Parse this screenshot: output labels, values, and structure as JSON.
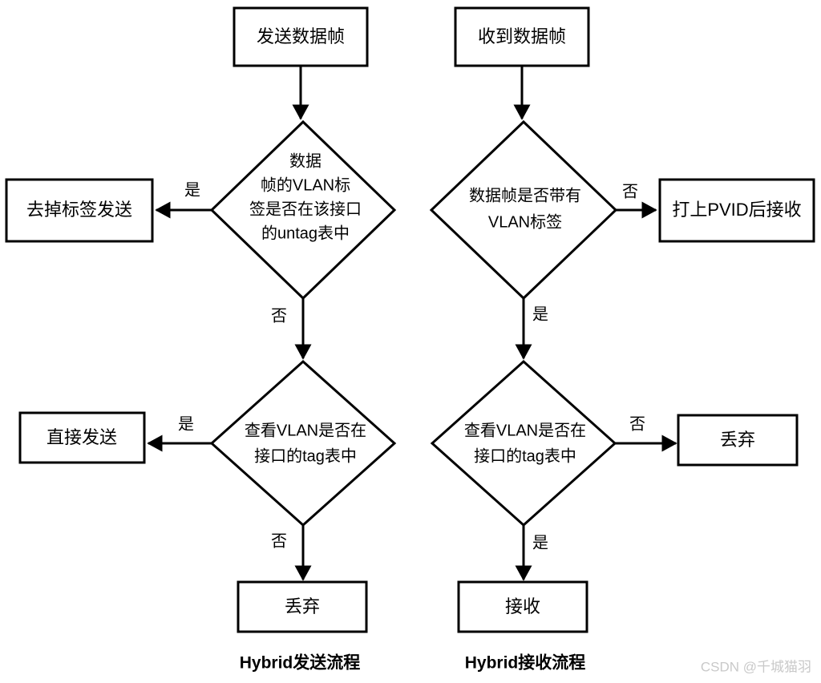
{
  "diagram": {
    "title_left": "Hybrid发送流程",
    "title_right": "Hybrid接收流程",
    "watermark": "CSDN @千城猫羽",
    "colors": {
      "stroke": "#000000",
      "fill": "#ffffff",
      "background": "#ffffff",
      "watermark": "#c9c9c9"
    }
  },
  "send_flow": {
    "start": "发送数据帧",
    "decision1": {
      "line1": "数据",
      "line2": "帧的VLAN标",
      "line3": "签是否在该接口",
      "line4": "的untag表中"
    },
    "decision1_yes_label": "是",
    "decision1_no_label": "否",
    "decision1_yes_target": "去掉标签发送",
    "decision2": {
      "line1": "查看VLAN是否在",
      "line2": "接口的tag表中"
    },
    "decision2_yes_label": "是",
    "decision2_no_label": "否",
    "decision2_yes_target": "直接发送",
    "end": "丢弃"
  },
  "receive_flow": {
    "start": "收到数据帧",
    "decision1": {
      "line1": "数据帧是否带有",
      "line2": "VLAN标签"
    },
    "decision1_no_label": "否",
    "decision1_yes_label": "是",
    "decision1_no_target": "打上PVID后接收",
    "decision2": {
      "line1": "查看VLAN是否在",
      "line2": "接口的tag表中"
    },
    "decision2_no_label": "否",
    "decision2_yes_label": "是",
    "decision2_no_target": "丢弃",
    "end": "接收"
  }
}
